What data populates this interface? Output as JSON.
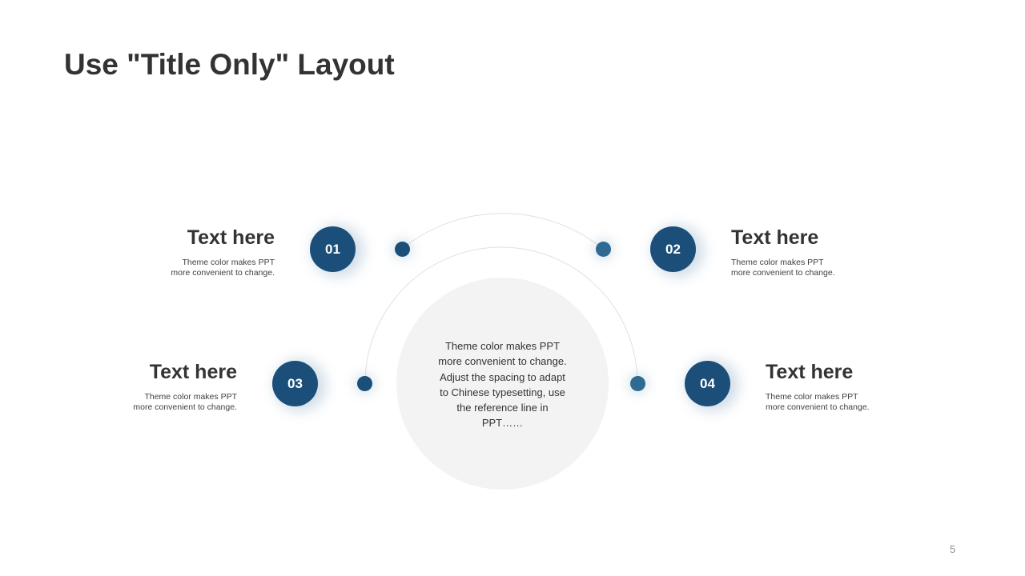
{
  "slide": {
    "title": "Use \"Title Only\" Layout",
    "page_number": "5"
  },
  "colors": {
    "badge_dark": "#1b4f7a",
    "dot_dark": "#1b4f7a",
    "dot_light": "#2e6a93",
    "arc_line": "#e0e0e0",
    "center_fill": "#f3f3f3",
    "text": "#333333"
  },
  "center": {
    "lines": [
      "Theme color makes PPT",
      "more convenient  to change.",
      "Adjust the spacing to adapt",
      "to Chinese  typesetting, use",
      "the reference line in",
      "PPT……"
    ]
  },
  "items": [
    {
      "number": "01",
      "heading": "Text here",
      "desc_lines": [
        "Theme  color makes PPT",
        "more convenient  to change."
      ]
    },
    {
      "number": "02",
      "heading": "Text here",
      "desc_lines": [
        "Theme  color makes PPT",
        "more convenient  to change."
      ]
    },
    {
      "number": "03",
      "heading": "Text here",
      "desc_lines": [
        "Theme  color makes PPT",
        "more convenient  to change."
      ]
    },
    {
      "number": "04",
      "heading": "Text here",
      "desc_lines": [
        "Theme  color makes PPT",
        "more convenient  to change."
      ]
    }
  ]
}
